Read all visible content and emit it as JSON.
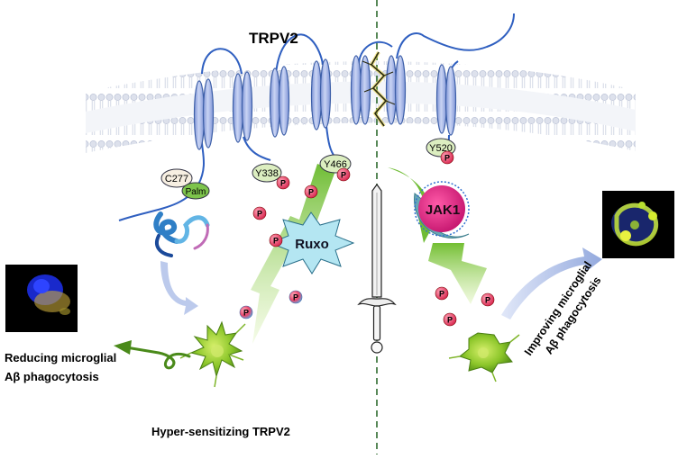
{
  "diagram": {
    "protein": "TRPV2",
    "residues": {
      "c277": "C277",
      "palm": "Palm",
      "y338": "Y338",
      "y466": "Y466",
      "y520": "Y520"
    },
    "phospho": "P",
    "drug": "Ruxo",
    "kinase": "JAK1",
    "left_outcome": {
      "line1": "Reducing microglial",
      "line2": "Aβ phagocytosis"
    },
    "right_outcome": {
      "line1": "Improving microglial",
      "line2": "Aβ phagocytosis"
    },
    "bottom_label": "Hyper-sensitizing TRPV2"
  },
  "colors": {
    "helix": "#a9b9e8",
    "helix_edge": "#3d5fa8",
    "loop": "#2f5fc0",
    "phospho": "#e8456a",
    "jak1": "#e2187a",
    "jak1_ring": "#67a7b5",
    "ruxo": "#b4e6f2",
    "arrow_green": "#7ec43a",
    "cell": "#9ad22a",
    "membrane": "#c4cce0",
    "divider": "#2e6b2e"
  }
}
